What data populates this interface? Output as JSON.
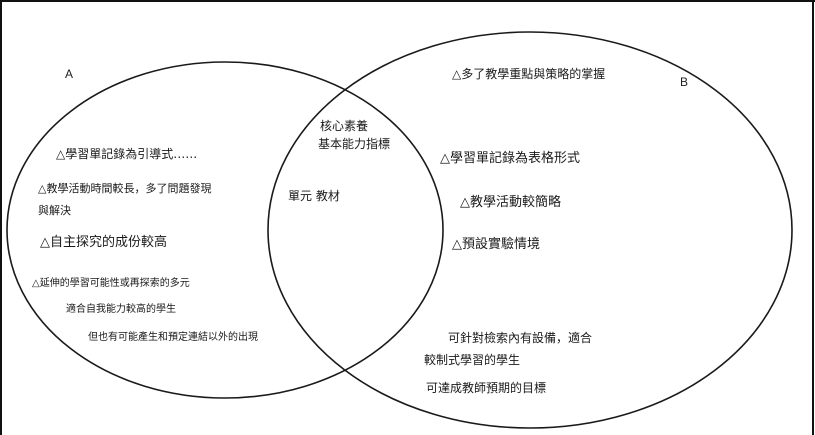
{
  "diagram": {
    "left_label": "A",
    "right_label": "B",
    "overlap_items": [
      "核心素養",
      "基本能力指標",
      "單元 教材"
    ],
    "left_items": [
      "△學習單記錄為引導式……",
      "△教學活動時間較長，多了問題發現",
      "與解決",
      "△自主探究的成份較高",
      "△延伸的學習可能性或再探索的多元",
      "適合自我能力較高的學生",
      "但也有可能產生和預定連結以外的出現"
    ],
    "right_items": [
      "△多了教學重點與策略的掌握",
      "△學習單記錄為表格形式",
      "△教學活動較簡略",
      "△預設實驗情境",
      "可針對檢索內有設備，適合",
      "較制式學習的學生",
      "可達成教師預期的目標"
    ]
  },
  "colors": {
    "ink": "#1a1a1a",
    "frame": "#111111",
    "background": "#ffffff"
  }
}
